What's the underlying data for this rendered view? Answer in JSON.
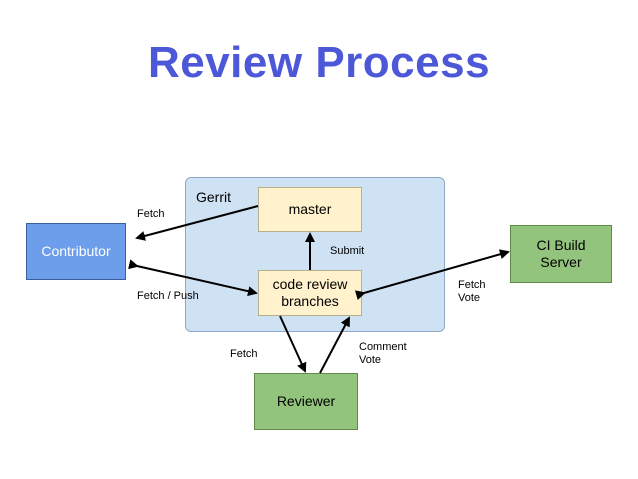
{
  "title": "Review Process",
  "gerrit": {
    "label": "Gerrit"
  },
  "nodes": {
    "master": "master",
    "code_review": "code review\nbranches",
    "contributor": "Contributor",
    "ci_build": "CI Build\nServer",
    "reviewer": "Reviewer"
  },
  "edges": {
    "fetch_contributor": "Fetch",
    "fetch_push": "Fetch / Push",
    "submit": "Submit",
    "fetch_vote": "Fetch\nVote",
    "fetch_reviewer": "Fetch",
    "comment_vote": "Comment\nVote"
  },
  "colors": {
    "title": "#4c58d8",
    "gerrit_fill": "#cfe2f3",
    "yellow": "#fff2cc",
    "blue": "#6d9eeb",
    "green": "#93c47d"
  }
}
